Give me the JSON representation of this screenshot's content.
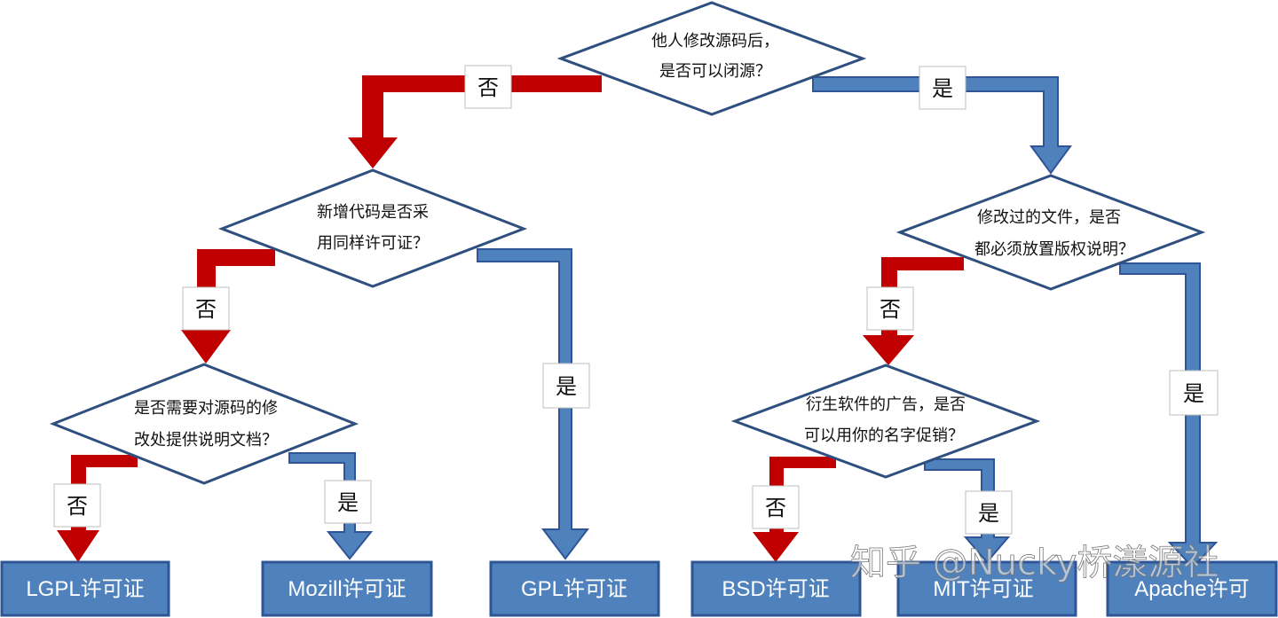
{
  "decisions": {
    "top": {
      "line1": "他人修改源码后，",
      "line2": "是否可以闭源？"
    },
    "left": {
      "line1": "新增代码是否采",
      "line2": "用同样许可证？"
    },
    "right": {
      "line1": "修改过的文件，是否",
      "line2": "都必须放置版权说明？"
    },
    "left_lower": {
      "line1": "是否需要对源码的修",
      "line2": "改处提供说明文档？"
    },
    "right_lower": {
      "line1": "衍生软件的广告，是否",
      "line2": "可以用你的名字促销？"
    }
  },
  "labels": {
    "yes": "是",
    "no": "否"
  },
  "licenses": {
    "lgpl": "LGPL许可证",
    "mozilla": "Mozill许可证",
    "gpl": "GPL许可证",
    "bsd": "BSD许可证",
    "mit": "MIT许可证",
    "apache": "Apache许可"
  },
  "watermark": "知乎 @Nucky桥漾源社",
  "colors": {
    "no_arrow": "#c00000",
    "yes_arrow": "#4f81bd",
    "arrow_outline": "#2f5597",
    "box_fill": "#4f81bd",
    "box_border": "#2f5597",
    "diamond_border": "#2f4f7f"
  }
}
